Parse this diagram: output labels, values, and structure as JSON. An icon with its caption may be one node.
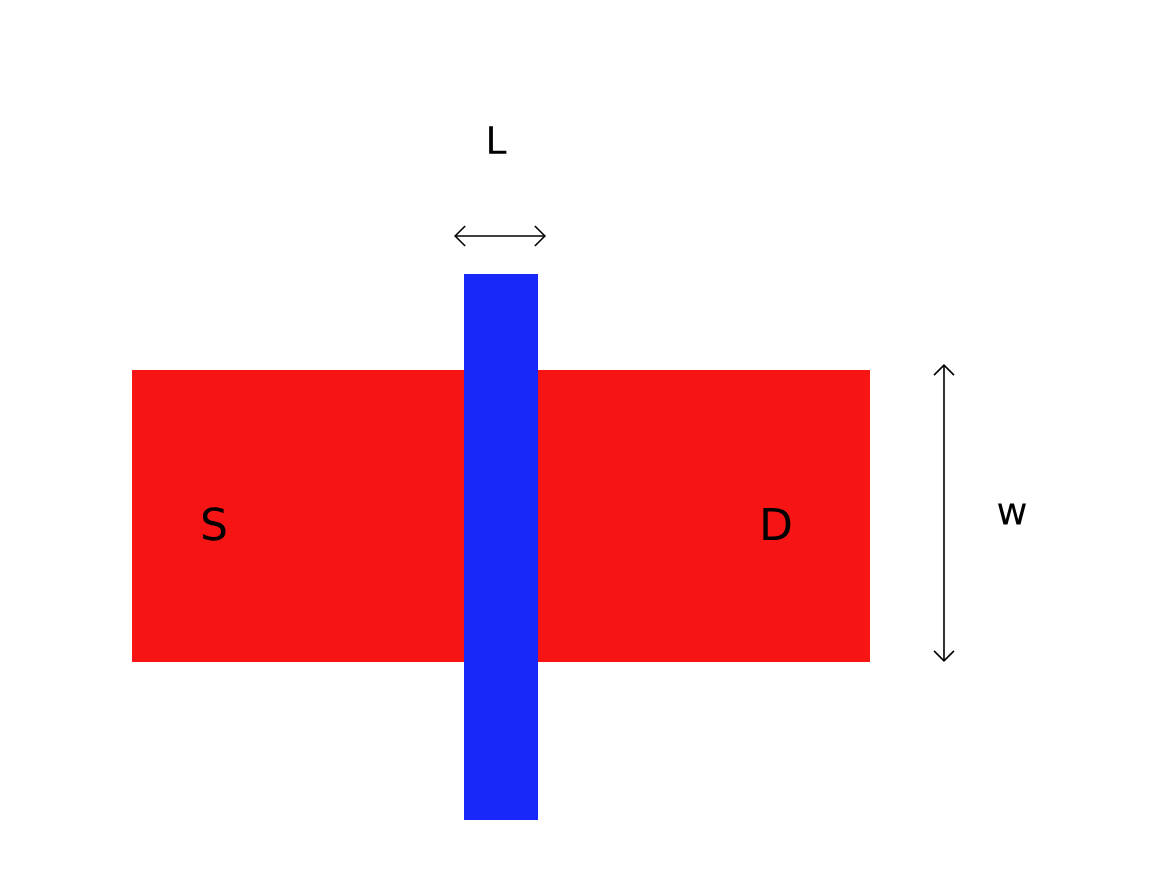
{
  "diagram": {
    "nodes": [
      {
        "text": [
          "S",
          "D"
        ]
      },
      {
        "text": [],
        "shape": "bar"
      }
    ],
    "labels": [
      "L",
      "w"
    ]
  }
}
